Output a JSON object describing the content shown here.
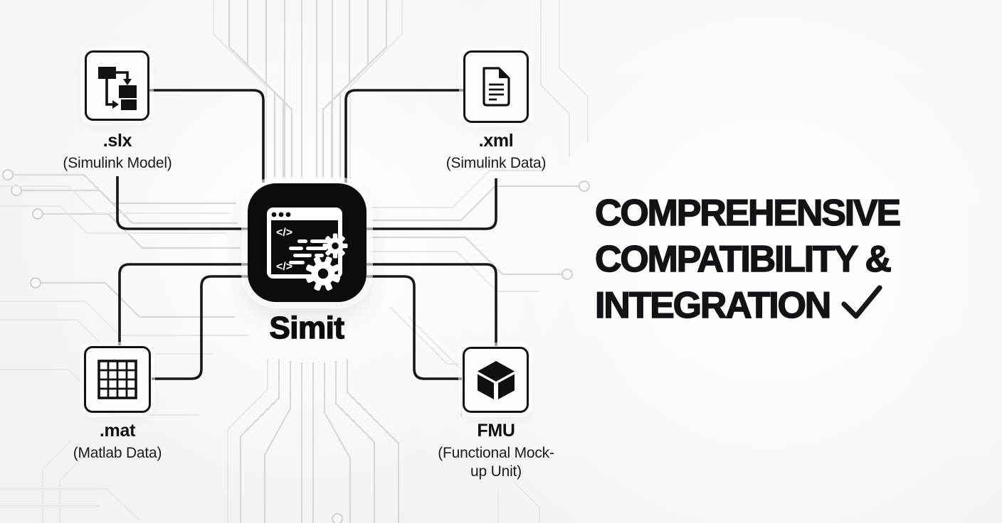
{
  "canvas": {
    "background_color": "#f6f6f8",
    "trace_color": "#d7d8dc",
    "connector_color": "#17171a",
    "accent_black": "#0c0c0f"
  },
  "center_node": {
    "label": "Simit",
    "icon": "code-window-gears-icon",
    "code_glyph": "</>"
  },
  "file_nodes": [
    {
      "id": "slx",
      "title": ".slx",
      "subtitle": "(Simulink Model)",
      "icon": "flowchart-blocks-icon"
    },
    {
      "id": "xml",
      "title": ".xml",
      "subtitle": "(Simulink Data)",
      "icon": "document-file-icon"
    },
    {
      "id": "mat",
      "title": ".mat",
      "subtitle": "(Matlab Data)",
      "icon": "matrix-grid-icon"
    },
    {
      "id": "fmu",
      "title": "FMU",
      "subtitle": "(Functional Mock-up Unit)",
      "icon": "cube-3d-icon"
    }
  ],
  "headline": {
    "lines": [
      "COMPREHENSIVE",
      "COMPATIBILITY &",
      "INTEGRATION"
    ],
    "checkmark_symbol": "✓",
    "text_color": "#121217"
  }
}
